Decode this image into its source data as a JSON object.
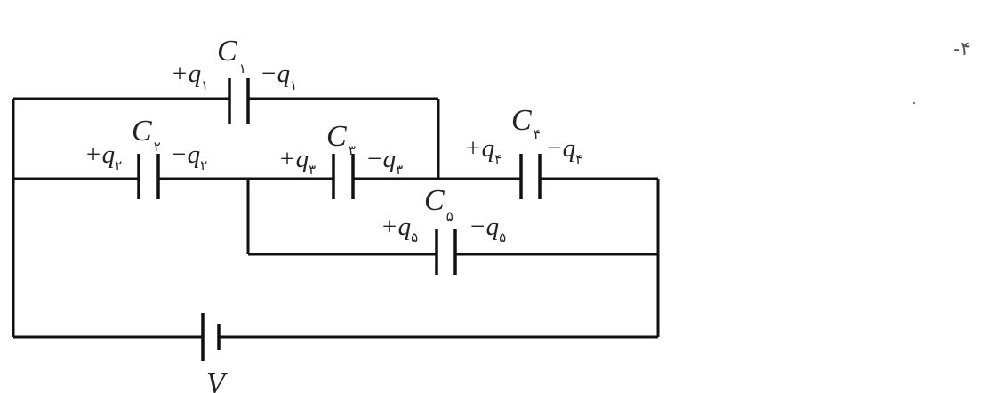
{
  "problem_number": "-۴",
  "source": {
    "name": "V"
  },
  "capacitors": [
    {
      "name": "C",
      "index": "۱",
      "plus_label": "+q",
      "plus_sub": "۱",
      "minus_label": "−q",
      "minus_sub": "۱"
    },
    {
      "name": "C",
      "index": "۲",
      "plus_label": "+q",
      "plus_sub": "۲",
      "minus_label": "−q",
      "minus_sub": "۲"
    },
    {
      "name": "C",
      "index": "۳",
      "plus_label": "+q",
      "plus_sub": "۳",
      "minus_label": "−q",
      "minus_sub": "۳"
    },
    {
      "name": "C",
      "index": "۴",
      "plus_label": "+q",
      "plus_sub": "۴",
      "minus_label": "−q",
      "minus_sub": "۴"
    },
    {
      "name": "C",
      "index": "۵",
      "plus_label": "+q",
      "plus_sub": "۵",
      "minus_label": "−q",
      "minus_sub": "۵"
    }
  ]
}
